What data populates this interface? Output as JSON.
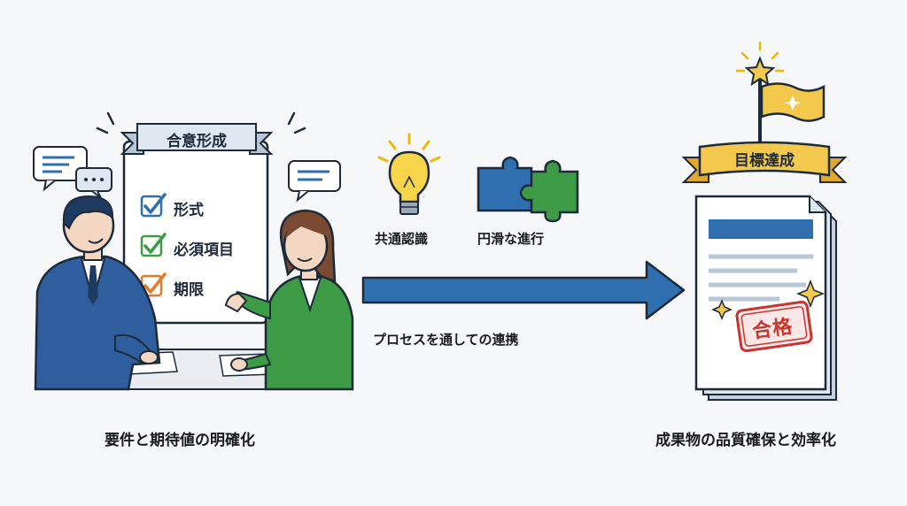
{
  "left": {
    "banner": "合意形成",
    "checklist": [
      "形式",
      "必須項目",
      "期限"
    ],
    "checklist_colors": [
      "#2f6fb0",
      "#3d9b46",
      "#e3792a"
    ],
    "caption": "要件と期待値の明確化"
  },
  "middle": {
    "icon1_label": "共通認識",
    "icon2_label": "円滑な進行",
    "arrow_label": "プロセスを通しての連携"
  },
  "right": {
    "banner": "目標達成",
    "stamp": "合格",
    "caption": "成果物の品質確保と効率化"
  },
  "colors": {
    "navy": "#1f3a60",
    "blue": "#2f6fb0",
    "green": "#3d9b46",
    "gold": "#f2c94c",
    "red": "#c9342f"
  }
}
